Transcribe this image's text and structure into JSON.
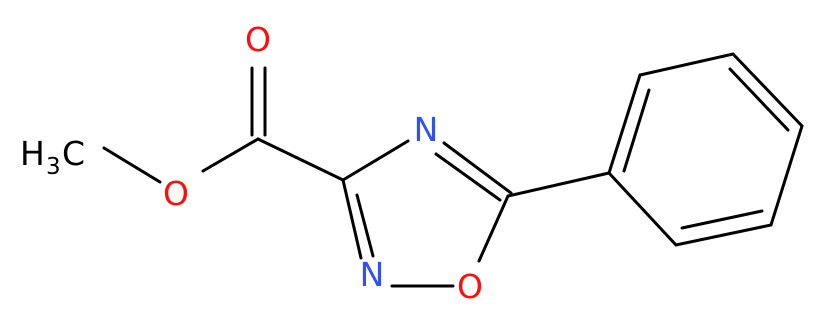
{
  "molecule": {
    "atoms": {
      "carbonyl_o": {
        "text": "O"
      },
      "ring_n4": {
        "text": "N"
      },
      "ring_n2": {
        "text": "N"
      },
      "ring_o1": {
        "text": "O"
      },
      "ester_o": {
        "text": "O"
      },
      "methyl": {
        "h": "H",
        "sub": "3",
        "c": "C"
      }
    },
    "colors": {
      "oxygen": "#ff0d0d",
      "nitrogen": "#3050f8",
      "carbon": "#000000",
      "bond": "#000000"
    }
  }
}
